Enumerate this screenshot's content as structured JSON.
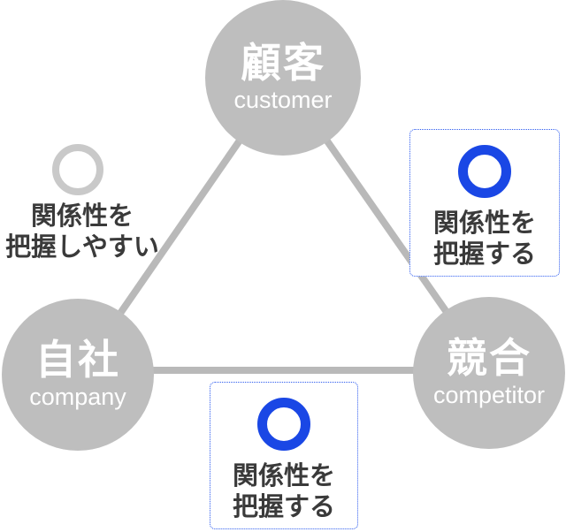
{
  "colors": {
    "background": "#ffffff",
    "node-gray": "#bebebe",
    "line-gray": "#b9b9b9",
    "ring-gray": "#c9c9c9",
    "accent-blue": "#1a47e5",
    "callout-border-blue": "#2d5bef",
    "text-dark": "#3a3a3a",
    "node-text": "#ffffff"
  },
  "nodes": {
    "customer": {
      "label_ja": "顧客",
      "label_en": "customer"
    },
    "company": {
      "label_ja": "自社",
      "label_en": "company"
    },
    "competitor": {
      "label_ja": "競合",
      "label_en": "competitor"
    }
  },
  "left_note": {
    "line1": "関係性を",
    "line2": "把握しやすい"
  },
  "callout_right": {
    "line1": "関係性を",
    "line2": "把握する"
  },
  "callout_bottom": {
    "line1": "関係性を",
    "line2": "把握する"
  }
}
